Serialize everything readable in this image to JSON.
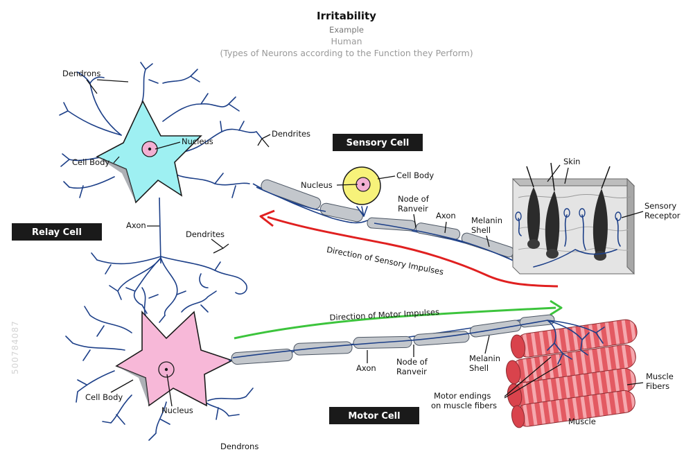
{
  "header": {
    "title": "Irritability",
    "subtitle": "Example",
    "subject": "Human",
    "caption": "(Types of Neurons according to the Function they Perform)"
  },
  "tags": {
    "relay": "Relay Cell",
    "sensory": "Sensory Cell",
    "motor": "Motor Cell"
  },
  "relay_labels": {
    "dendrons": "Dendrons",
    "nucleus": "Nucleus",
    "cell_body": "Cell Body",
    "dendrites_top": "Dendrites",
    "axon": "Axon",
    "dendrites_bottom": "Dendrites"
  },
  "sensory_labels": {
    "nucleus": "Nucleus",
    "cell_body": "Cell Body",
    "node_line1": "Node of",
    "node_line2": "Ranveir",
    "axon": "Axon",
    "melanin_line1": "Melanin",
    "melanin_line2": "Shell",
    "skin": "Skin",
    "receptor_line1": "Sensory",
    "receptor_line2": "Receptor"
  },
  "motor_labels": {
    "axon": "Axon",
    "node_line1": "Node of",
    "node_line2": "Ranveir",
    "melanin_line1": "Melanin",
    "melanin_line2": "Shell",
    "endings_line1": "Motor endings",
    "endings_line2": "on muscle fibers",
    "fibers_line1": "Muscle",
    "fibers_line2": "Fibers",
    "muscle": "Muscle",
    "cell_body": "Cell Body",
    "nucleus": "Nucleus",
    "dendrons": "Dendrons"
  },
  "arrows": {
    "sensory": "Direction of Sensory Impulses",
    "motor": "Direction of Motor Impulses"
  },
  "side_watermark": "500784087",
  "colors": {
    "sensory_arrow": "#e02020",
    "motor_arrow": "#3cc43c",
    "relay_body": "#9ef0f2",
    "motor_body": "#f7b8d8",
    "sensory_body": "#f7f27a",
    "nucleus": "#f3b0d3",
    "nerve": "#1c3f88",
    "muscle": "#e0525a",
    "tag_background": "#1a1a1a"
  }
}
